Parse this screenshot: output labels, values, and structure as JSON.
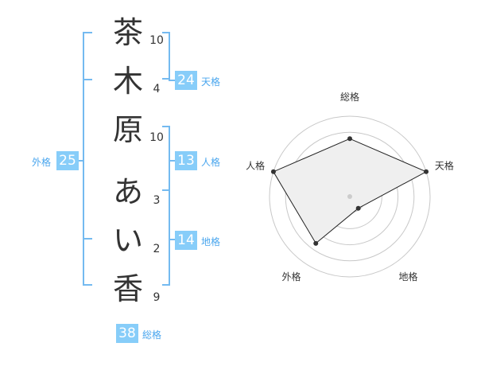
{
  "name": {
    "characters": [
      {
        "char": "茶",
        "strokes": "10"
      },
      {
        "char": "木",
        "strokes": "4"
      },
      {
        "char": "原",
        "strokes": "10"
      },
      {
        "char": "あ",
        "strokes": "3"
      },
      {
        "char": "い",
        "strokes": "2"
      },
      {
        "char": "香",
        "strokes": "9"
      }
    ]
  },
  "fortune": {
    "tenkaku": {
      "value": "24",
      "label": "天格"
    },
    "jinkaku": {
      "value": "13",
      "label": "人格"
    },
    "chikaku": {
      "value": "14",
      "label": "地格"
    },
    "gaikaku": {
      "value": "25",
      "label": "外格"
    },
    "soukaku": {
      "value": "38",
      "label": "総格"
    }
  },
  "chart_data": {
    "type": "radar",
    "axes": [
      "総格",
      "天格",
      "地格",
      "外格",
      "人格"
    ],
    "values": [
      0.72,
      1.0,
      0.18,
      0.72,
      1.0
    ],
    "range": [
      0,
      1
    ],
    "rings": 5,
    "grid": true
  }
}
